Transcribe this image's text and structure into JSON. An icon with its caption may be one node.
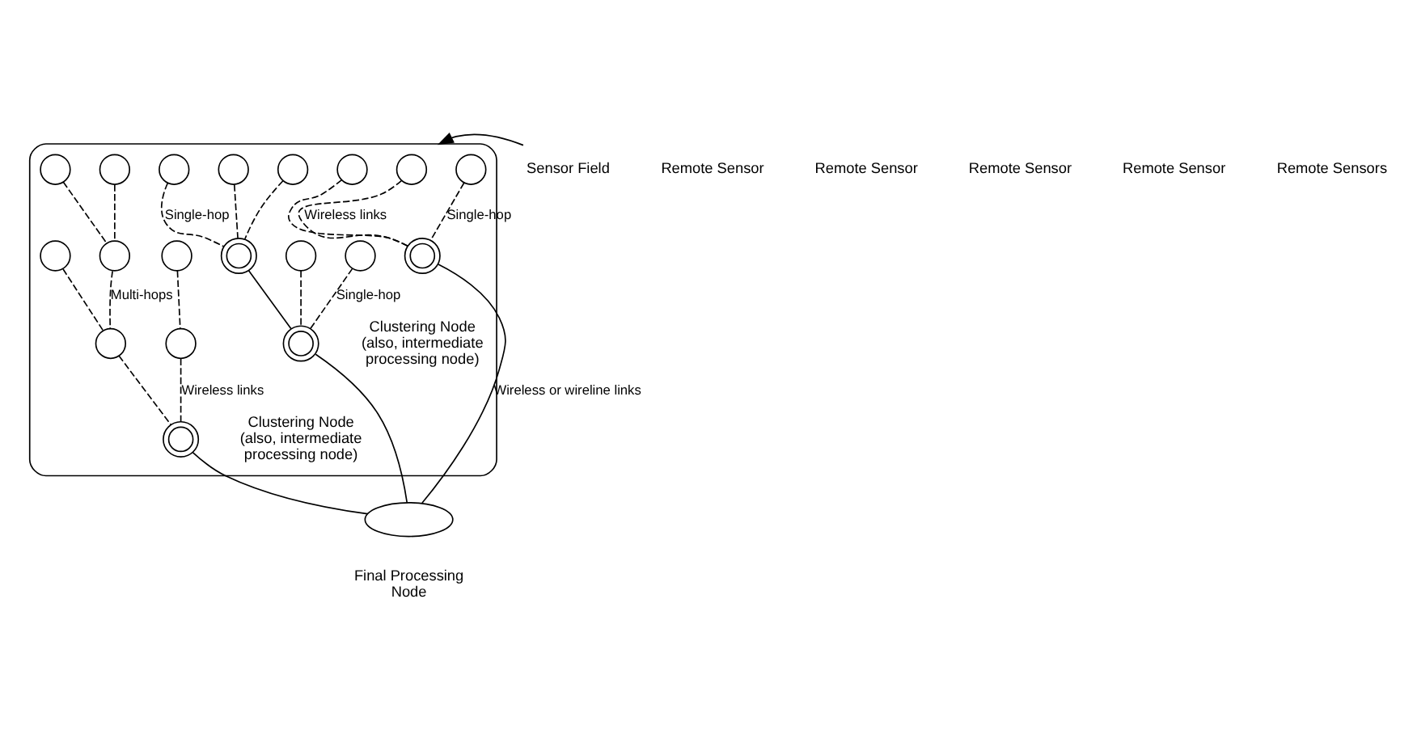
{
  "diagram": {
    "nodes": [
      {
        "text": [],
        "shape": "cloud"
      },
      {
        "text": [],
        "shape": "circle",
        "in": 0
      },
      {
        "text": [],
        "shape": "circle",
        "in": 0
      },
      {
        "text": [],
        "shape": "circle",
        "in": 0
      },
      {
        "text": [],
        "shape": "circle",
        "in": 0,
        "beside": [
          "Clustering Node (also, intermediate processing node)"
        ]
      },
      {
        "text": [],
        "shape": "circle",
        "in": 0
      },
      {
        "text": [],
        "shape": "circle",
        "in": 0
      },
      {
        "text": [],
        "shape": "circle",
        "in": 0
      },
      {
        "text": [],
        "shape": "circle",
        "in": 0
      },
      {
        "text": [],
        "shape": "circle",
        "in": 0
      },
      {
        "text": [],
        "shape": "circle",
        "in": 0
      },
      {
        "text": [],
        "shape": "circle",
        "in": 0
      },
      {
        "text": [],
        "shape": "circle",
        "in": 0
      },
      {
        "text": [],
        "shape": "circle",
        "in": 0
      },
      {
        "text": [],
        "shape": "circle",
        "in": 0
      },
      {
        "text": [],
        "shape": "circle",
        "in": 0
      },
      {
        "text": [],
        "shape": "circle",
        "in": 0
      },
      {
        "text": [],
        "shape": "circle",
        "in": 0
      },
      {
        "text": [],
        "shape": "circle",
        "in": 0
      },
      {
        "text": [],
        "shape": "circle",
        "in": 0,
        "beside": [
          "Clustering Node (also, intermediate processing node)"
        ]
      },
      {
        "text": [],
        "shape": "ellipse",
        "beside": [
          "Final Processing Node"
        ]
      },
      {
        "text": [
          "Sensor Field"
        ]
      }
    ],
    "edges": [
      {
        "from": 1,
        "to": 4,
        "arrow": "none",
        "style": "dashed",
        "label": "Wireless links"
      },
      {
        "from": 2,
        "to": 4,
        "arrow": "none",
        "style": "dashed"
      },
      {
        "from": 3,
        "to": 4,
        "arrow": "none",
        "style": "dashed",
        "label": "Single-hop"
      },
      {
        "from": 5,
        "to": 7,
        "arrow": "none",
        "style": "dashed"
      },
      {
        "from": 6,
        "to": 7,
        "arrow": "none",
        "style": "dashed"
      },
      {
        "from": 7,
        "to": 9,
        "arrow": "none",
        "style": "dashed",
        "label": "Multi-hops"
      },
      {
        "from": 8,
        "to": 9,
        "arrow": "none",
        "style": "dashed"
      },
      {
        "from": 9,
        "to": 12,
        "arrow": "none",
        "style": "dashed"
      },
      {
        "from": 10,
        "to": 11,
        "arrow": "none",
        "style": "dashed"
      },
      {
        "from": 11,
        "to": 12,
        "arrow": "none",
        "style": "dashed",
        "label": "Wireless links"
      },
      {
        "from": 13,
        "to": 16,
        "arrow": "none",
        "style": "dashed"
      },
      {
        "from": 14,
        "to": 16,
        "arrow": "none",
        "style": "dashed",
        "label": "Single-hop"
      },
      {
        "from": 15,
        "to": 16,
        "arrow": "none",
        "style": "dashed"
      },
      {
        "from": 17,
        "to": 19,
        "arrow": "none",
        "style": "dashed",
        "label": "Single-hop"
      },
      {
        "from": 18,
        "to": 19,
        "arrow": "none",
        "style": "dashed"
      },
      {
        "from": 16,
        "to": 19,
        "arrow": "none"
      },
      {
        "from": 4,
        "to": 20,
        "arrow": "none",
        "label": "Wireless or wireline links"
      },
      {
        "from": 12,
        "to": 20,
        "arrow": "none"
      },
      {
        "from": 19,
        "to": 20,
        "arrow": "none"
      },
      {
        "from": 21,
        "to": 0,
        "arrow": "to"
      }
    ],
    "labels": [
      "Remote Sensor",
      "Remote Sensor",
      "Remote Sensor",
      "Remote Sensor",
      "Remote Sensors"
    ]
  }
}
